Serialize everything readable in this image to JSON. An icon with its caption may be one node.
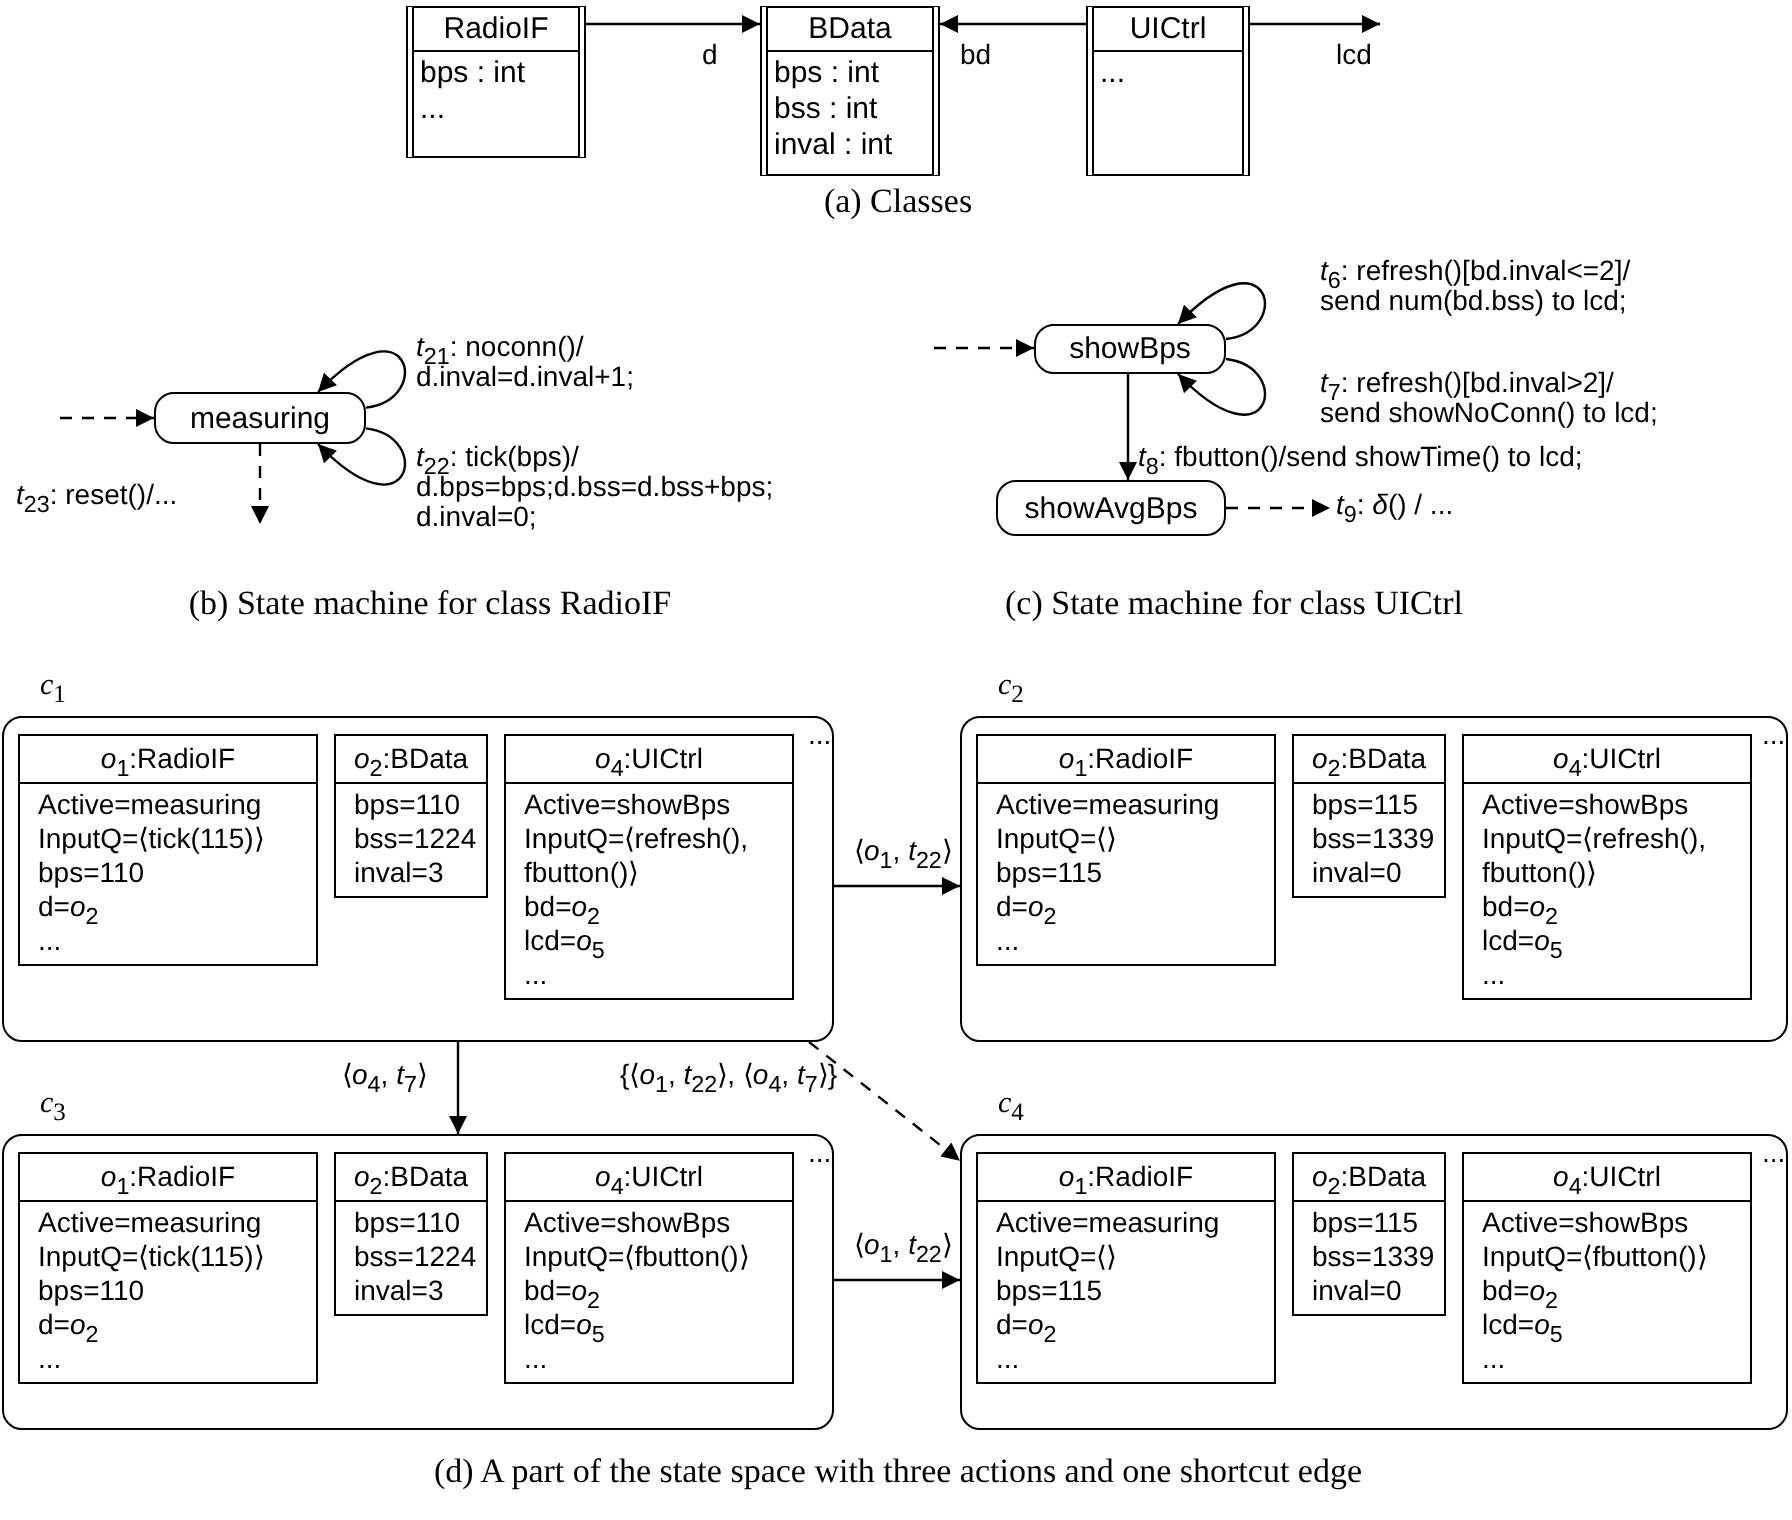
{
  "diagram": {
    "nodes": [
      {
        "text": [
          "RadioIF",
          "bps : int",
          "..."
        ]
      },
      {
        "text": [
          "BData",
          "bps : int",
          "bss : int",
          "inval : int"
        ]
      },
      {
        "text": [
          "UICtrl",
          "..."
        ]
      },
      {
        "text": [
          "measuring"
        ]
      },
      {
        "text": [
          "showBps"
        ]
      },
      {
        "text": [
          "showAvgBps"
        ]
      },
      {
        "text": [
          "*c*$_{1}$",
          "..."
        ]
      },
      {
        "text": [
          "*o*$_{1}$:RadioIF",
          "Active=measuring",
          "InputQ=⟨tick(115)⟩",
          "bps=110",
          "d=*o*$_{2}$",
          "..."
        ],
        "in": 6
      },
      {
        "text": [
          "*o*$_{2}$:BData",
          "bps=110",
          "bss=1224",
          "inval=3"
        ],
        "in": 6
      },
      {
        "text": [
          "*o*$_{4}$:UICtrl",
          "Active=showBps",
          "InputQ=⟨refresh(), fbutton()⟩",
          "bd=*o*$_{2}$",
          "lcd=*o*$_{5}$",
          "..."
        ],
        "in": 6
      },
      {
        "text": [
          "*c*$_{2}$",
          "..."
        ]
      },
      {
        "text": [
          "*o*$_{1}$:RadioIF",
          "Active=measuring",
          "InputQ=⟨⟩",
          "bps=115",
          "d=*o*$_{2}$",
          "..."
        ],
        "in": 10
      },
      {
        "text": [
          "*o*$_{2}$:BData",
          "bps=115",
          "bss=1339",
          "inval=0"
        ],
        "in": 10
      },
      {
        "text": [
          "*o*$_{4}$:UICtrl",
          "Active=showBps",
          "InputQ=⟨refresh(), fbutton()⟩",
          "bd=*o*$_{2}$",
          "lcd=*o*$_{5}$",
          "..."
        ],
        "in": 10
      },
      {
        "text": [
          "*c*$_{3}$",
          "..."
        ]
      },
      {
        "text": [
          "*o*$_{1}$:RadioIF",
          "Active=measuring",
          "InputQ=⟨tick(115)⟩",
          "bps=110",
          "d=*o*$_{2}$",
          "..."
        ],
        "in": 14
      },
      {
        "text": [
          "*o*$_{2}$:BData",
          "bps=110",
          "bss=1224",
          "inval=3"
        ],
        "in": 14
      },
      {
        "text": [
          "*o*$_{4}$:UICtrl",
          "Active=showBps",
          "InputQ=⟨fbutton()⟩",
          "bd=*o*$_{2}$",
          "lcd=*o*$_{5}$",
          "..."
        ],
        "in": 14
      },
      {
        "text": [
          "*c*$_{4}$",
          "..."
        ]
      },
      {
        "text": [
          "*o*$_{1}$:RadioIF",
          "Active=measuring",
          "InputQ=⟨⟩",
          "bps=115",
          "d=*o*$_{2}$",
          "..."
        ],
        "in": 18
      },
      {
        "text": [
          "*o*$_{2}$:BData",
          "bps=115",
          "bss=1339",
          "inval=0"
        ],
        "in": 18
      },
      {
        "text": [
          "*o*$_{4}$:UICtrl",
          "Active=showBps",
          "InputQ=⟨fbutton()⟩",
          "bd=*o*$_{2}$",
          "lcd=*o*$_{5}$",
          "..."
        ],
        "in": 18
      }
    ],
    "edges": [
      {
        "from": 0,
        "to": 1,
        "arrow": "to",
        "label": "d"
      },
      {
        "from": 2,
        "to": 1,
        "arrow": "to",
        "label": "bd"
      },
      {
        "from": 2,
        "to": null,
        "arrow": "to",
        "label": "lcd"
      },
      {
        "from": null,
        "to": 3,
        "arrow": "to",
        "style": "dashed"
      },
      {
        "from": 3,
        "to": 3,
        "arrow": "to",
        "label": "*t*$_{21}$: noconn()/ d.inval=d.inval+1;"
      },
      {
        "from": 3,
        "to": 3,
        "arrow": "to",
        "label": "*t*$_{22}$: tick(bps)/ d.bps=bps;d.bss=d.bss+bps; d.inval=0;"
      },
      {
        "from": 3,
        "to": null,
        "arrow": "to",
        "style": "dashed",
        "label": "*t*$_{23}$: reset()/..."
      },
      {
        "from": null,
        "to": 4,
        "arrow": "to",
        "style": "dashed"
      },
      {
        "from": 4,
        "to": 4,
        "arrow": "to",
        "label": "*t*$_{6}$: refresh()[bd.inval<=2]/ send num(bd.bss) to lcd;"
      },
      {
        "from": 4,
        "to": 4,
        "arrow": "to",
        "label": "*t*$_{7}$: refresh()[bd.inval>2]/ send showNoConn() to lcd;"
      },
      {
        "from": 4,
        "to": 5,
        "arrow": "to",
        "label": "*t*$_{8}$: fbutton()/send showTime() to lcd;"
      },
      {
        "from": 5,
        "to": null,
        "arrow": "to",
        "style": "dashed",
        "label": "*t*$_{9}$: *δ*() / ..."
      },
      {
        "from": 6,
        "to": 10,
        "arrow": "to",
        "label": "⟨*o*$_{1}$, *t*$_{22}$⟩"
      },
      {
        "from": 6,
        "to": 14,
        "arrow": "to",
        "label": "⟨*o*$_{4}$, *t*$_{7}$⟩"
      },
      {
        "from": 6,
        "to": 18,
        "arrow": "to",
        "style": "dashed",
        "label": "{⟨*o*$_{1}$, *t*$_{22}$⟩, ⟨*o*$_{4}$, *t*$_{7}$⟩}"
      },
      {
        "from": 14,
        "to": 18,
        "arrow": "to",
        "label": "⟨*o*$_{1}$, *t*$_{22}$⟩"
      }
    ],
    "labels": [
      "(a) Classes",
      "(b) State machine for class RadioIF",
      "(c) State machine for class UICtrl",
      "(d) A part of the state space with three actions and one shortcut edge"
    ]
  }
}
